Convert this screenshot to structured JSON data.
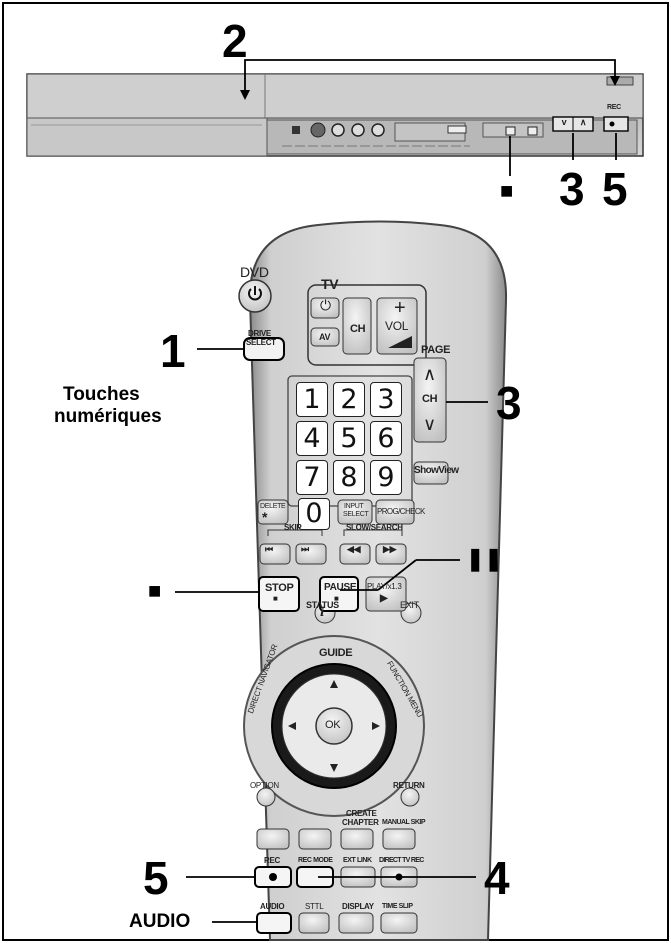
{
  "callouts": {
    "front_drive_select": "2",
    "front_ch_buttons": "3",
    "front_rec_button": "5",
    "front_stop_symbol": "■",
    "remote_drive_select": "1",
    "remote_page_ch": "3",
    "remote_stop_symbol": "■",
    "remote_pause_symbol": "❚❚",
    "remote_rec": "5",
    "remote_rec_mode": "4",
    "remote_audio": "AUDIO",
    "numeric_keys": [
      "Touches",
      "numériques"
    ]
  },
  "recorder": {
    "ch_down": "v",
    "ch_up": "∧",
    "rec_label": "REC"
  },
  "remote": {
    "dvd": "DVD",
    "tv": "TV",
    "ch": "CH",
    "vol": "VOL",
    "av": "AV",
    "drive_select": [
      "DRIVE",
      "SELECT"
    ],
    "page": "PAGE",
    "page_ch": "CH",
    "numbers": [
      "1",
      "2",
      "3",
      "4",
      "5",
      "6",
      "7",
      "8",
      "9",
      "0"
    ],
    "showview": "ShowView",
    "delete": "DELETE",
    "input_select": [
      "INPUT",
      "SELECT"
    ],
    "prog_check": "PROG/CHECK",
    "skip": "SKIP",
    "slow_search": "SLOW/SEARCH",
    "stop": "STOP",
    "pause": "PAUSE",
    "play": "PLAY/x1.3",
    "status": "STATUS",
    "exit": "EXIT",
    "guide": "GUIDE",
    "direct_navigator": "DIRECT NAVIGATOR",
    "function_menu": "FUNCTION MENU",
    "ok": "OK",
    "option": "OPTION",
    "return": "RETURN",
    "create_chapter": [
      "CREATE",
      "CHAPTER"
    ],
    "manual_skip": "MANUAL SKIP",
    "rec": "REC",
    "rec_mode": "REC MODE",
    "ext_link": "EXT LINK",
    "direct_tv_rec": "DIRECT TV REC",
    "audio": "AUDIO",
    "sttl": "STTL",
    "display": "DISPLAY",
    "time_slip": "TIME SLIP"
  }
}
